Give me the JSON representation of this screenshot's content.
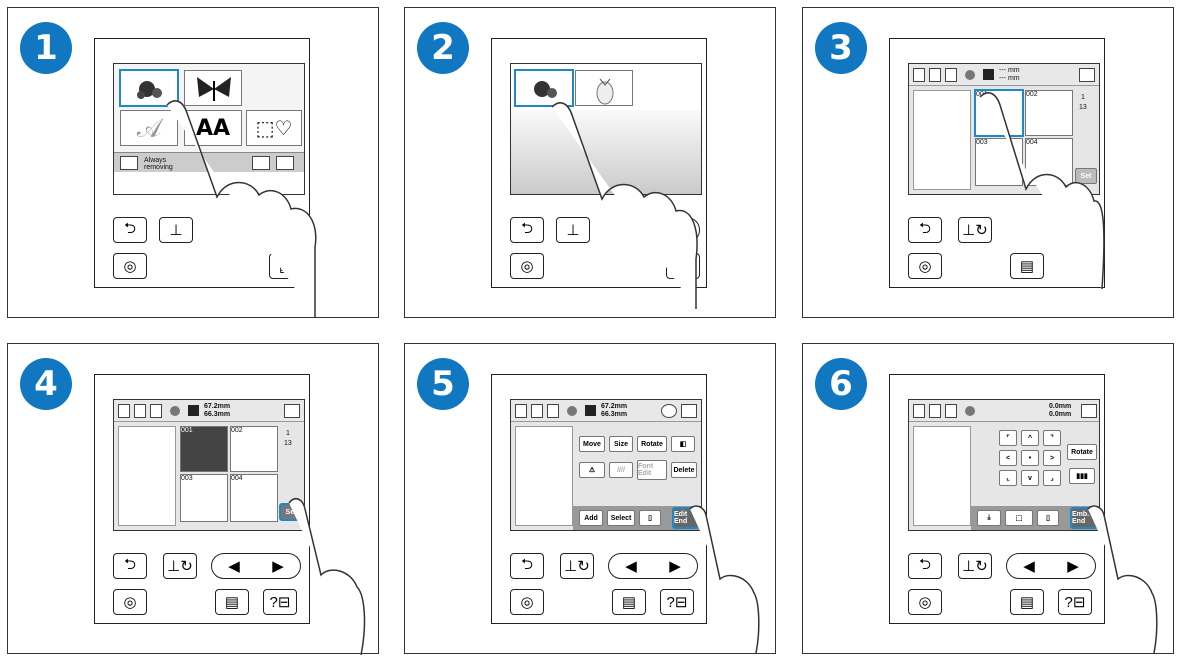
{
  "steps": [
    "1",
    "2",
    "3",
    "4",
    "5",
    "6"
  ],
  "step1": {
    "bottom_text": "Always removing"
  },
  "step3": {
    "dim1": "--- mm",
    "dim2": "--- mm",
    "page": "1",
    "pages": "13",
    "labels": [
      "001",
      "002",
      "003",
      "004"
    ],
    "set": "Set"
  },
  "step4": {
    "dim1": "67.2mm",
    "dim2": "66.3mm",
    "page": "1",
    "pages": "13",
    "labels": [
      "001",
      "002",
      "003",
      "004"
    ],
    "set": "Set"
  },
  "step5": {
    "dim1": "67.2mm",
    "dim2": "66.3mm",
    "move": "Move",
    "size": "Size",
    "rotate": "Rotate",
    "font_edit": "Font Edit",
    "delete": "Delete",
    "add": "Add",
    "select": "Select",
    "edit_end": "Edit End"
  },
  "step6": {
    "dim1": "0.0mm",
    "dim2": "0.0mm",
    "rotate": "Rotate",
    "emb_end": "Emb. End"
  },
  "colors": {
    "accent": "#1177c0",
    "highlight": "#1e88c8"
  },
  "icons": [
    "back-arrow-icon",
    "presser-foot-icon",
    "hoop-icon",
    "page-icon",
    "help-machine-icon",
    "left-triangle-icon",
    "right-triangle-icon",
    "hand-pointer-icon"
  ]
}
